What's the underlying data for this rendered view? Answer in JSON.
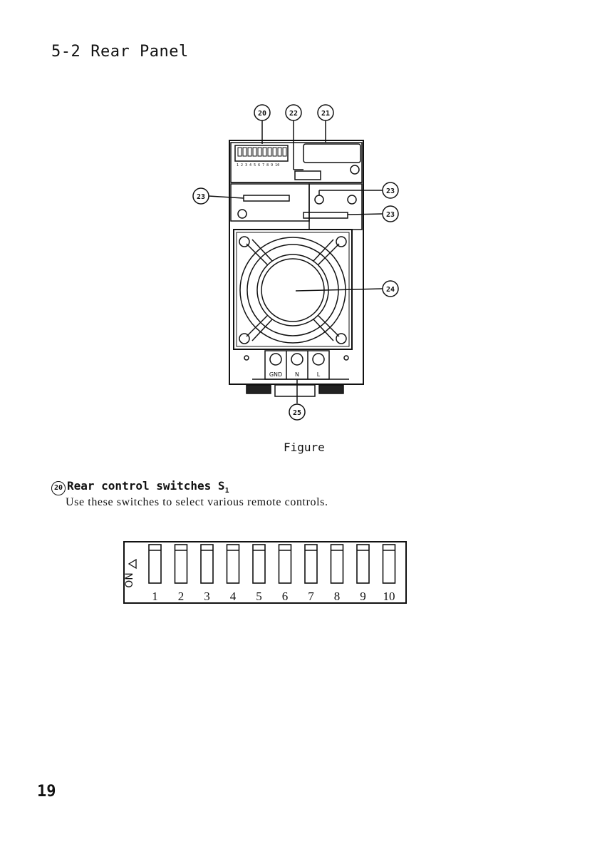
{
  "heading": {
    "number": "5-2",
    "title": "Rear Panel"
  },
  "figure": {
    "callouts": {
      "c20": "20",
      "c22": "22",
      "c21": "21",
      "c23": "23",
      "c24": "24",
      "c25": "25"
    },
    "terminals": [
      "GND",
      "N",
      "L"
    ],
    "mini_switch_numbers": "1 2 3 4 5 6 7 8 9 10",
    "caption": "Figure"
  },
  "item": {
    "number": "20",
    "title": "Rear control switches S",
    "subscript": "1",
    "description": "Use these switches to select various remote controls."
  },
  "dip_switch": {
    "on_label": "ON",
    "positions": [
      "1",
      "2",
      "3",
      "4",
      "5",
      "6",
      "7",
      "8",
      "9",
      "10"
    ]
  },
  "page_number": "19"
}
